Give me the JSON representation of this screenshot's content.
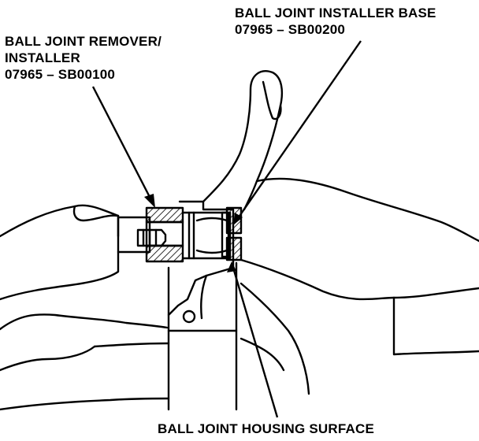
{
  "labels": {
    "remover_installer": {
      "line1": "BALL JOINT REMOVER/",
      "line2": "INSTALLER",
      "part_number": "07965 – SB00100"
    },
    "installer_base": {
      "line1": "BALL JOINT INSTALLER BASE",
      "part_number": "07965 – SB00200"
    },
    "housing_surface": {
      "line1": "BALL JOINT HOUSING SURFACE"
    }
  },
  "colors": {
    "ink": "#000000",
    "paper": "#ffffff"
  }
}
